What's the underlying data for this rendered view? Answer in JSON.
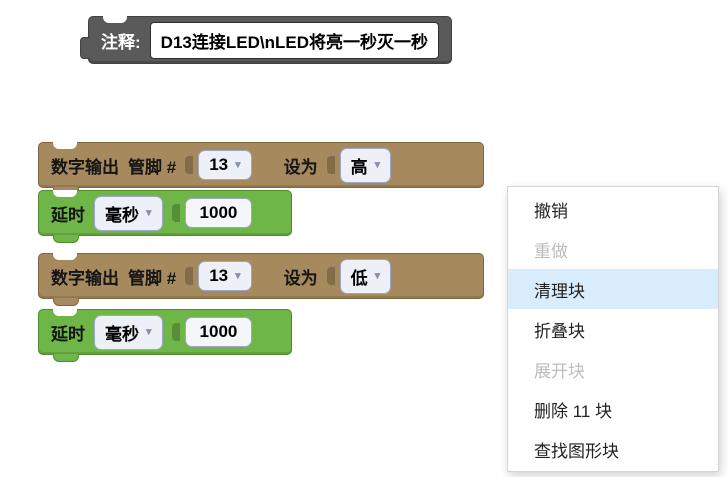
{
  "colors": {
    "comment_block": "#5a5a5a",
    "io_block": "#a68a5e",
    "control_block": "#6fb648",
    "menu_hover": "#d9ecfb"
  },
  "comment_block": {
    "label": "注释:",
    "text": "D13连接LED\\nLED将亮一秒灭一秒"
  },
  "blocks": [
    {
      "type": "digital_write",
      "title": "数字输出",
      "pin_label": "管脚 #",
      "pin": "13",
      "set_label": "设为",
      "value": "高"
    },
    {
      "type": "delay",
      "label": "延时",
      "unit": "毫秒",
      "value": "1000"
    },
    {
      "type": "digital_write",
      "title": "数字输出",
      "pin_label": "管脚 #",
      "pin": "13",
      "set_label": "设为",
      "value": "低"
    },
    {
      "type": "delay",
      "label": "延时",
      "unit": "毫秒",
      "value": "1000"
    }
  ],
  "context_menu": {
    "items": [
      {
        "label": "撤销",
        "state": "enabled"
      },
      {
        "label": "重做",
        "state": "disabled"
      },
      {
        "label": "清理块",
        "state": "hover"
      },
      {
        "label": "折叠块",
        "state": "enabled"
      },
      {
        "label": "展开块",
        "state": "disabled"
      },
      {
        "label": "删除 11 块",
        "state": "enabled"
      },
      {
        "label": "查找图形块",
        "state": "enabled"
      }
    ]
  }
}
